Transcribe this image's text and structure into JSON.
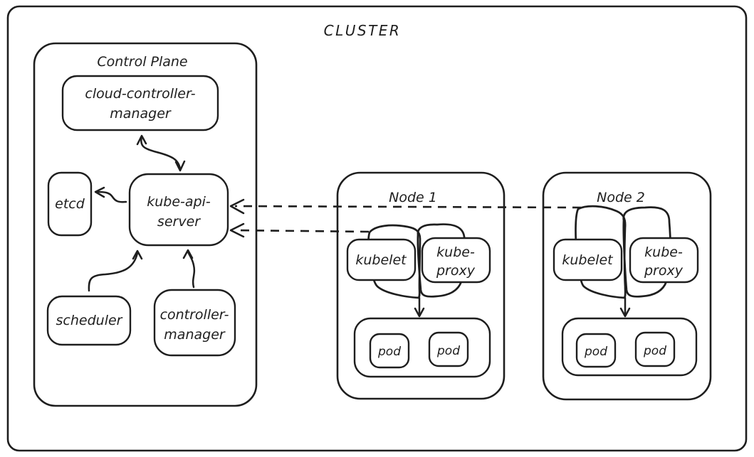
{
  "colors": {
    "stroke": "#1e1e1e",
    "background": "#ffffff"
  },
  "cluster": {
    "title": "CLUSTER",
    "control_plane": {
      "title": "Control Plane",
      "cloud_controller_manager": [
        "cloud-controller-",
        "manager"
      ],
      "etcd": "etcd",
      "kube_api_server": [
        "kube-api-",
        "server"
      ],
      "scheduler": "scheduler",
      "controller_manager": [
        "controller-",
        "manager"
      ]
    },
    "nodes": [
      {
        "title": "Node 1",
        "kubelet": "kubelet",
        "kube_proxy": [
          "kube-",
          "proxy"
        ],
        "pods": [
          "pod",
          "pod"
        ]
      },
      {
        "title": "Node 2",
        "kubelet": "kubelet",
        "kube_proxy": [
          "kube-",
          "proxy"
        ],
        "pods": [
          "pod",
          "pod"
        ]
      }
    ]
  }
}
